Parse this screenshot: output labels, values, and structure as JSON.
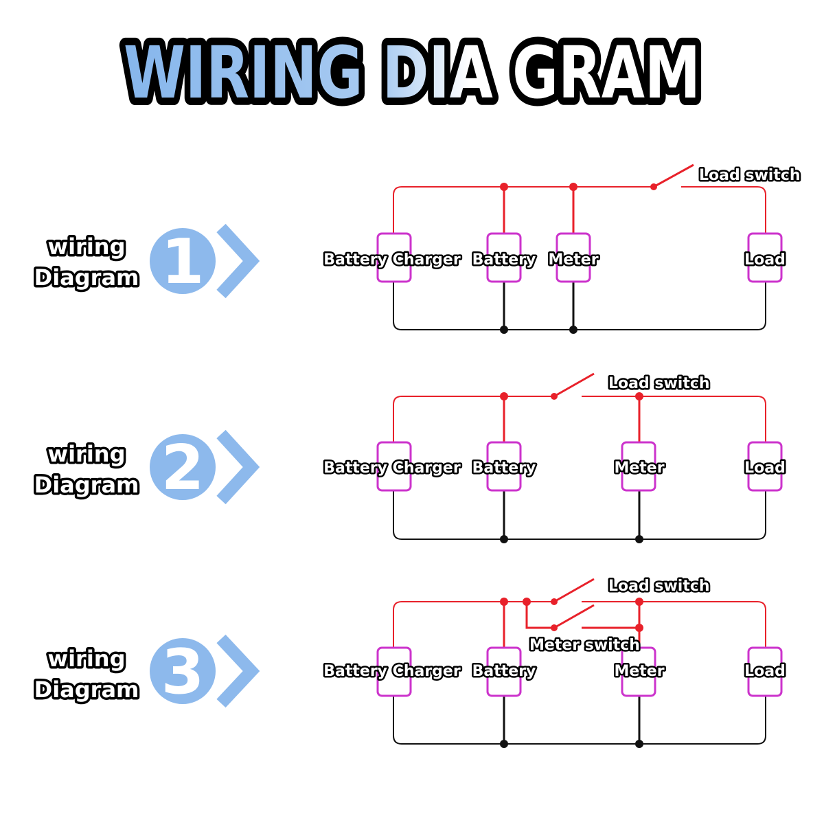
{
  "title": {
    "part1": "WIRING DIA",
    "part2": " GRAM"
  },
  "colors": {
    "accent": "#8db9ec",
    "red_wire": "#e8212a",
    "component_border": "#cc33cc",
    "black_wire": "#111111"
  },
  "icons": {
    "step_badge": "numbered-circle",
    "chevron": "chevron-right-icon"
  },
  "diagrams": [
    {
      "side_label_line1": "wiring",
      "side_label_line2": "Diagram",
      "number": "1",
      "components": {
        "charger": "Battery Charger",
        "battery": "Battery",
        "meter": "Meter",
        "load": "Load"
      },
      "load_switch": "Load switch"
    },
    {
      "side_label_line1": "wiring",
      "side_label_line2": "Diagram",
      "number": "2",
      "components": {
        "charger": "Battery Charger",
        "battery": "Battery",
        "meter": "Meter",
        "load": "Load"
      },
      "load_switch": "Load switch"
    },
    {
      "side_label_line1": "wiring",
      "side_label_line2": "Diagram",
      "number": "3",
      "components": {
        "charger": "Battery Charger",
        "battery": "Battery",
        "meter": "Meter",
        "load": "Load"
      },
      "load_switch": "Load switch",
      "meter_switch": "Meter switch"
    }
  ]
}
